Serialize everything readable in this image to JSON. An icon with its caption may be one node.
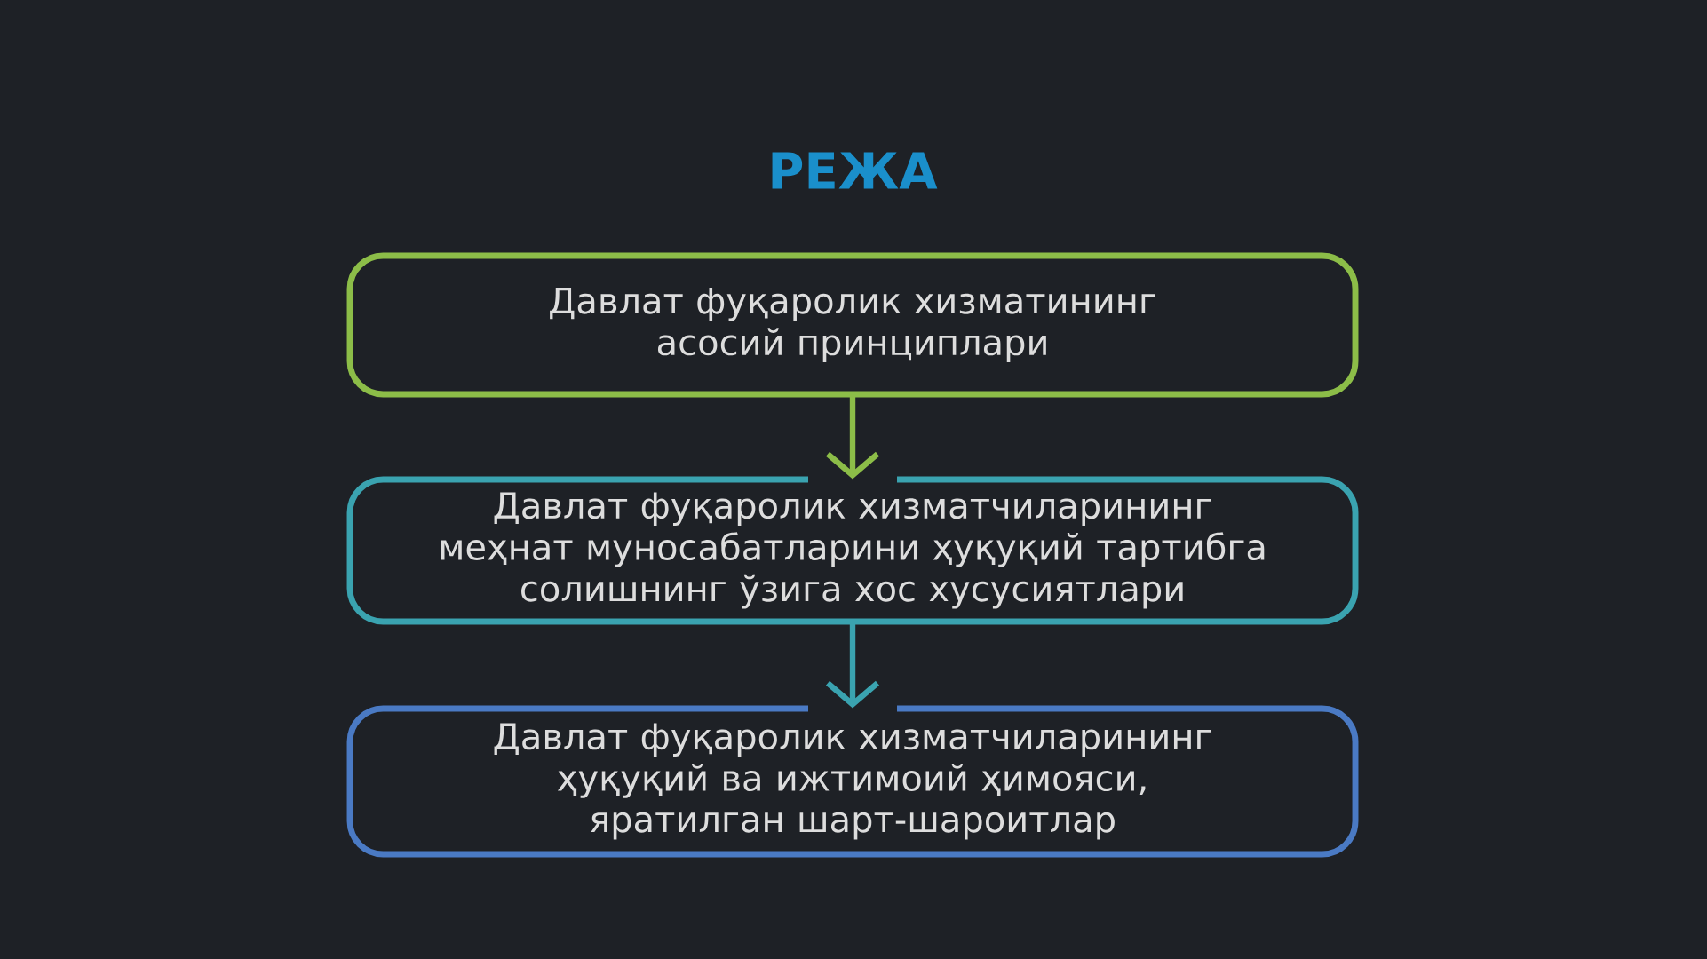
{
  "diagram": {
    "title": "РЕЖА",
    "nodes": [
      {
        "text": [
          "Давлат фуқаролик хизматининг асосий принциплари"
        ]
      },
      {
        "text": [
          "Давлат фуқаролик хизматчиларининг меҳнат муносабатларини ҳуқуқий тартибга солишнинг ўзига хос хусусиятлари"
        ]
      },
      {
        "text": [
          "Давлат фуқаролик хизматчиларининг ҳуқуқий ва ижтимоий ҳимояси, яратилган шарт-шароитлар"
        ]
      }
    ],
    "edges": [
      {
        "from": 0,
        "to": 1,
        "arrow": "to",
        "color": "#8cbd48"
      },
      {
        "from": 1,
        "to": 2,
        "arrow": "to",
        "color": "#3aa3b0"
      }
    ]
  }
}
